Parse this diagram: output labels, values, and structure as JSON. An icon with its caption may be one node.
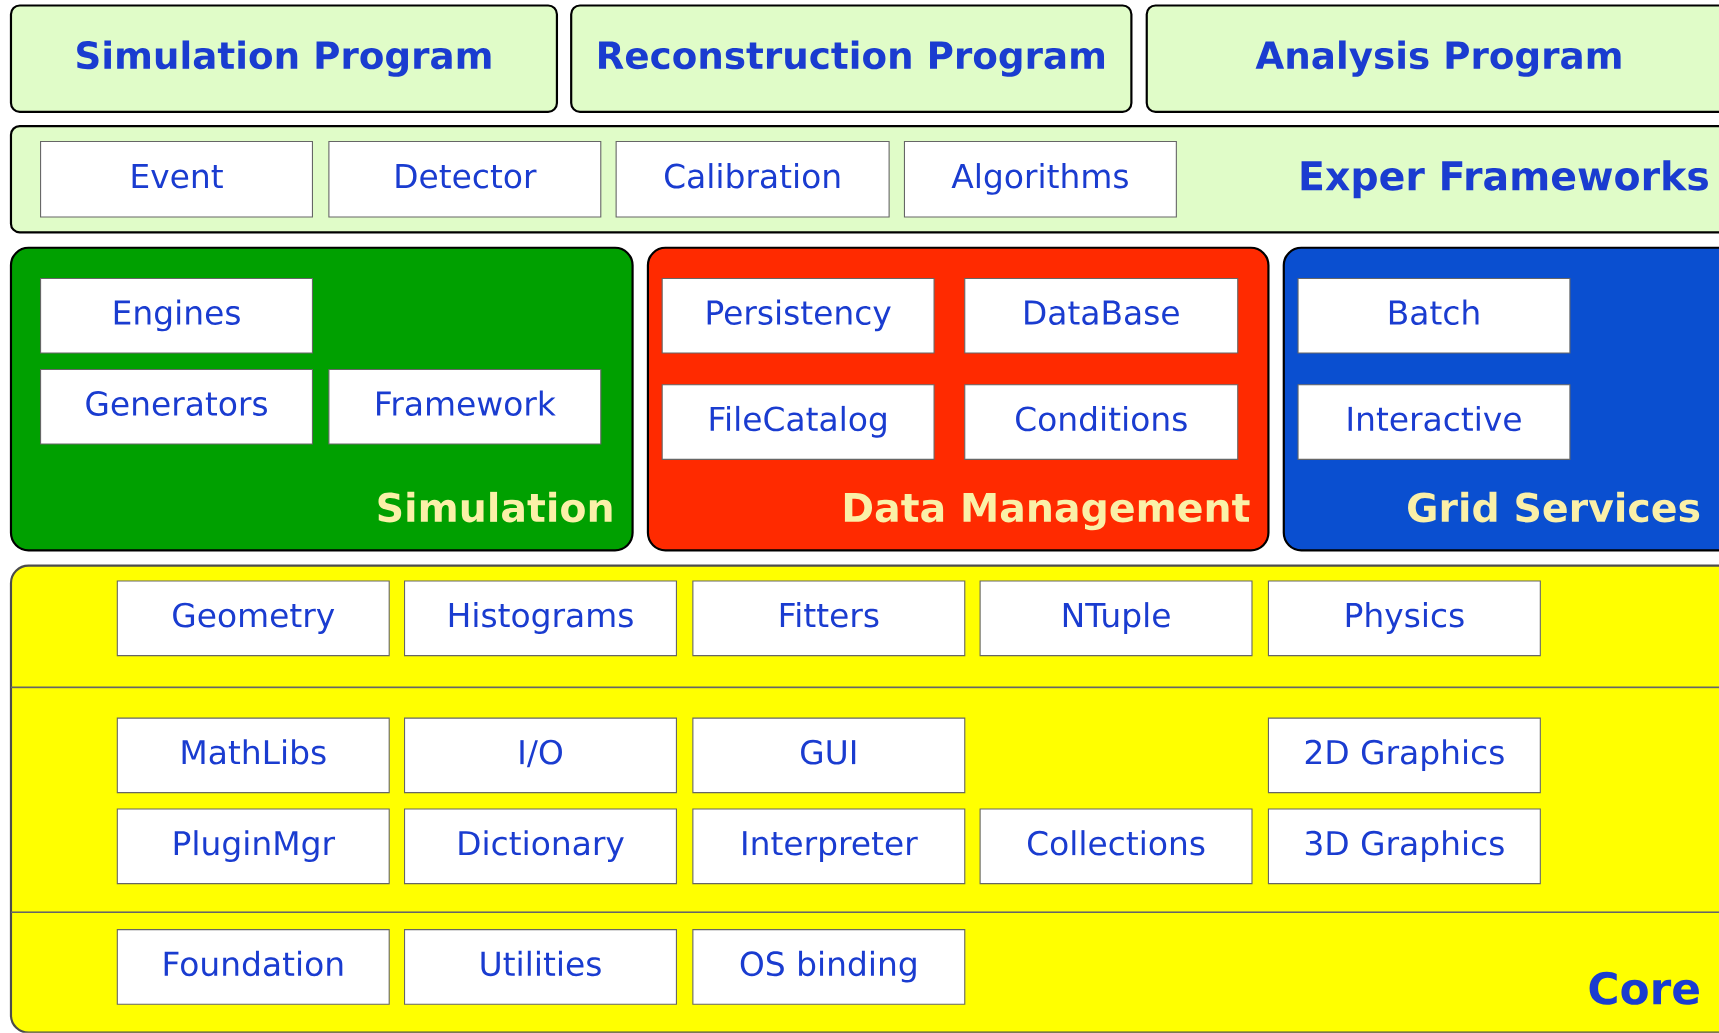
{
  "diagram": {
    "nodes": [
      {
        "text": [
          "Simulation Program"
        ]
      },
      {
        "text": [
          "Reconstruction Program"
        ]
      },
      {
        "text": [
          "Analysis Program"
        ]
      },
      {
        "text": [
          "Exper Frameworks"
        ]
      },
      {
        "text": [
          "Event"
        ],
        "in": 3
      },
      {
        "text": [
          "Detector"
        ],
        "in": 3
      },
      {
        "text": [
          "Calibration"
        ],
        "in": 3
      },
      {
        "text": [
          "Algorithms"
        ],
        "in": 3
      },
      {
        "text": [
          "Simulation"
        ]
      },
      {
        "text": [
          "Engines"
        ],
        "in": 8
      },
      {
        "text": [
          "Generators"
        ],
        "in": 8
      },
      {
        "text": [
          "Framework"
        ],
        "in": 8
      },
      {
        "text": [
          "Data Management"
        ]
      },
      {
        "text": [
          "Persistency"
        ],
        "in": 12
      },
      {
        "text": [
          "DataBase"
        ],
        "in": 12
      },
      {
        "text": [
          "FileCatalog"
        ],
        "in": 12
      },
      {
        "text": [
          "Conditions"
        ],
        "in": 12
      },
      {
        "text": [
          "Grid Services"
        ]
      },
      {
        "text": [
          "Batch"
        ],
        "in": 17
      },
      {
        "text": [
          "Interactive"
        ],
        "in": 17
      },
      {
        "text": [
          "Core"
        ]
      },
      {
        "text": [
          "Geometry"
        ],
        "in": 20
      },
      {
        "text": [
          "Histograms"
        ],
        "in": 20
      },
      {
        "text": [
          "Fitters"
        ],
        "in": 20
      },
      {
        "text": [
          "NTuple"
        ],
        "in": 20
      },
      {
        "text": [
          "Physics"
        ],
        "in": 20
      },
      {
        "text": [
          "MathLibs"
        ],
        "in": 20
      },
      {
        "text": [
          "I/O"
        ],
        "in": 20
      },
      {
        "text": [
          "GUI"
        ],
        "in": 20
      },
      {
        "text": [
          "2D Graphics"
        ],
        "in": 20
      },
      {
        "text": [
          "PluginMgr"
        ],
        "in": 20
      },
      {
        "text": [
          "Dictionary"
        ],
        "in": 20
      },
      {
        "text": [
          "Interpreter"
        ],
        "in": 20
      },
      {
        "text": [
          "Collections"
        ],
        "in": 20
      },
      {
        "text": [
          "3D Graphics"
        ],
        "in": 20
      },
      {
        "text": [
          "Foundation"
        ],
        "in": 20
      },
      {
        "text": [
          "Utilities"
        ],
        "in": 20
      },
      {
        "text": [
          "OS binding"
        ],
        "in": 20
      }
    ]
  }
}
